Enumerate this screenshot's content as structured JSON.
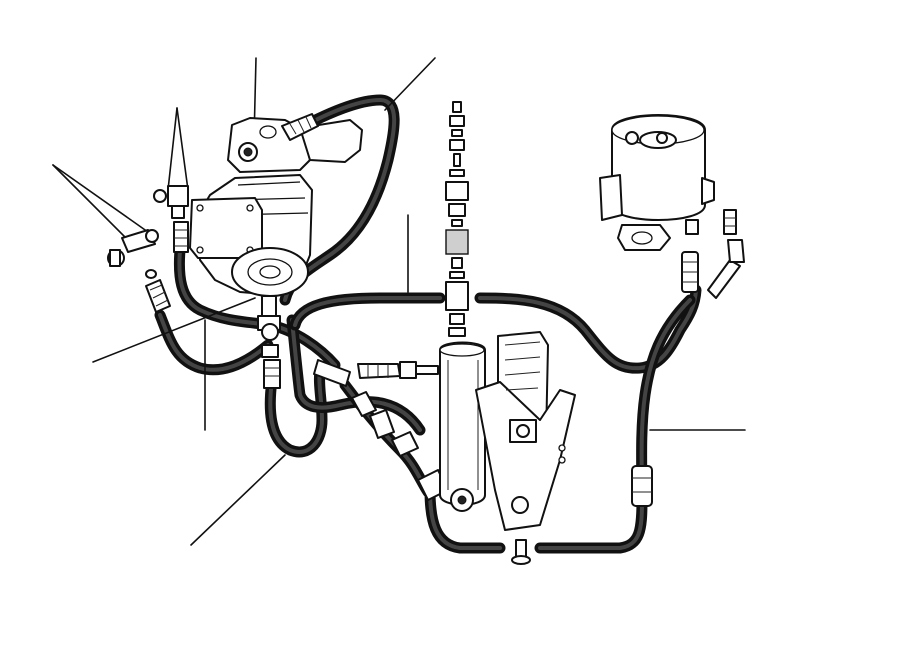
{
  "diagram": {
    "background": "#ffffff",
    "line_color": "#111111",
    "components": [
      "brake-servo-assembly",
      "fluid-reservoir",
      "hydraulic-cylinder",
      "pedal-bracket",
      "hose-network",
      "unions-and-adaptors"
    ],
    "leader_lines": 10
  }
}
